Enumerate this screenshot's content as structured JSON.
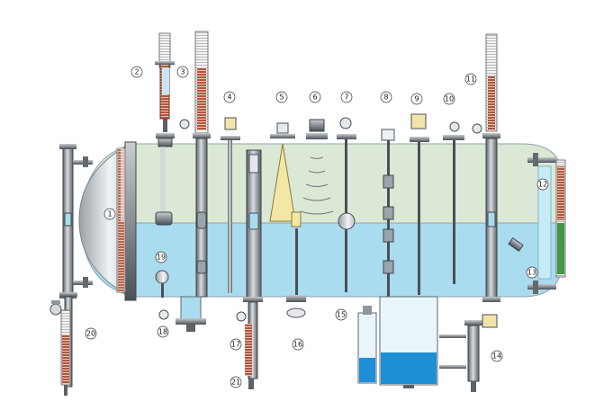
{
  "colors": {
    "vessel_gas": "#dbe8d5",
    "vessel_liquid": "#a9dcef",
    "steel": "#8e969c",
    "steel_dark": "#4a5056",
    "gauge_red": "#b2563c",
    "gauge_green": "#3f9a40",
    "cone_yellow": "#f3e7a6",
    "tank_blue": "#1e8fd6",
    "label_circle": "#ffffff"
  },
  "labels": {
    "l1": "1",
    "l2": "2",
    "l3": "3",
    "l4": "4",
    "l5": "5",
    "l6": "6",
    "l7": "7",
    "l8": "8",
    "l9": "9",
    "l10": "10",
    "l11": "11",
    "l12": "12",
    "l13": "13",
    "l14": "14",
    "l15": "15",
    "l16": "16",
    "l17": "17",
    "l18": "18",
    "l19": "19",
    "l20": "20",
    "l21": "21"
  }
}
